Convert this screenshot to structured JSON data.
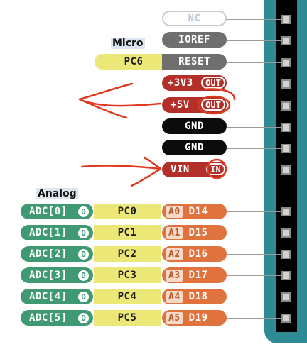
{
  "sections": {
    "micro": "Micro",
    "analog": "Analog"
  },
  "power": {
    "nc": "NC",
    "ioref": "IOREF",
    "reset": "RESET",
    "reset_port": "PC6",
    "v33": "+3V3",
    "v33_tag": "OUT",
    "v5": "+5V",
    "v5_tag": "OUT",
    "gnd1": "GND",
    "gnd2": "GND",
    "vin": "VIN",
    "vin_tag": "IN"
  },
  "analog_rows": [
    {
      "adc": "ADC[0]",
      "d": "D",
      "port": "PC0",
      "a": "A0",
      "dig": "D14"
    },
    {
      "adc": "ADC[1]",
      "d": "D",
      "port": "PC1",
      "a": "A1",
      "dig": "D15"
    },
    {
      "adc": "ADC[2]",
      "d": "D",
      "port": "PC2",
      "a": "A2",
      "dig": "D16"
    },
    {
      "adc": "ADC[3]",
      "d": "D",
      "port": "PC3",
      "a": "A3",
      "dig": "D17"
    },
    {
      "adc": "ADC[4]",
      "d": "D",
      "port": "PC4",
      "a": "A4",
      "dig": "D18"
    },
    {
      "adc": "ADC[5]",
      "d": "D",
      "port": "PC5",
      "a": "A5",
      "dig": "D19"
    }
  ],
  "colors": {
    "board": "#2e8a93",
    "header": "#000000",
    "annotation": "#e0381e",
    "power": "#b3302a",
    "ground": "#0c0c0c",
    "port": "#ece877",
    "analog": "#3f9a73",
    "digital": "#e0723d"
  }
}
